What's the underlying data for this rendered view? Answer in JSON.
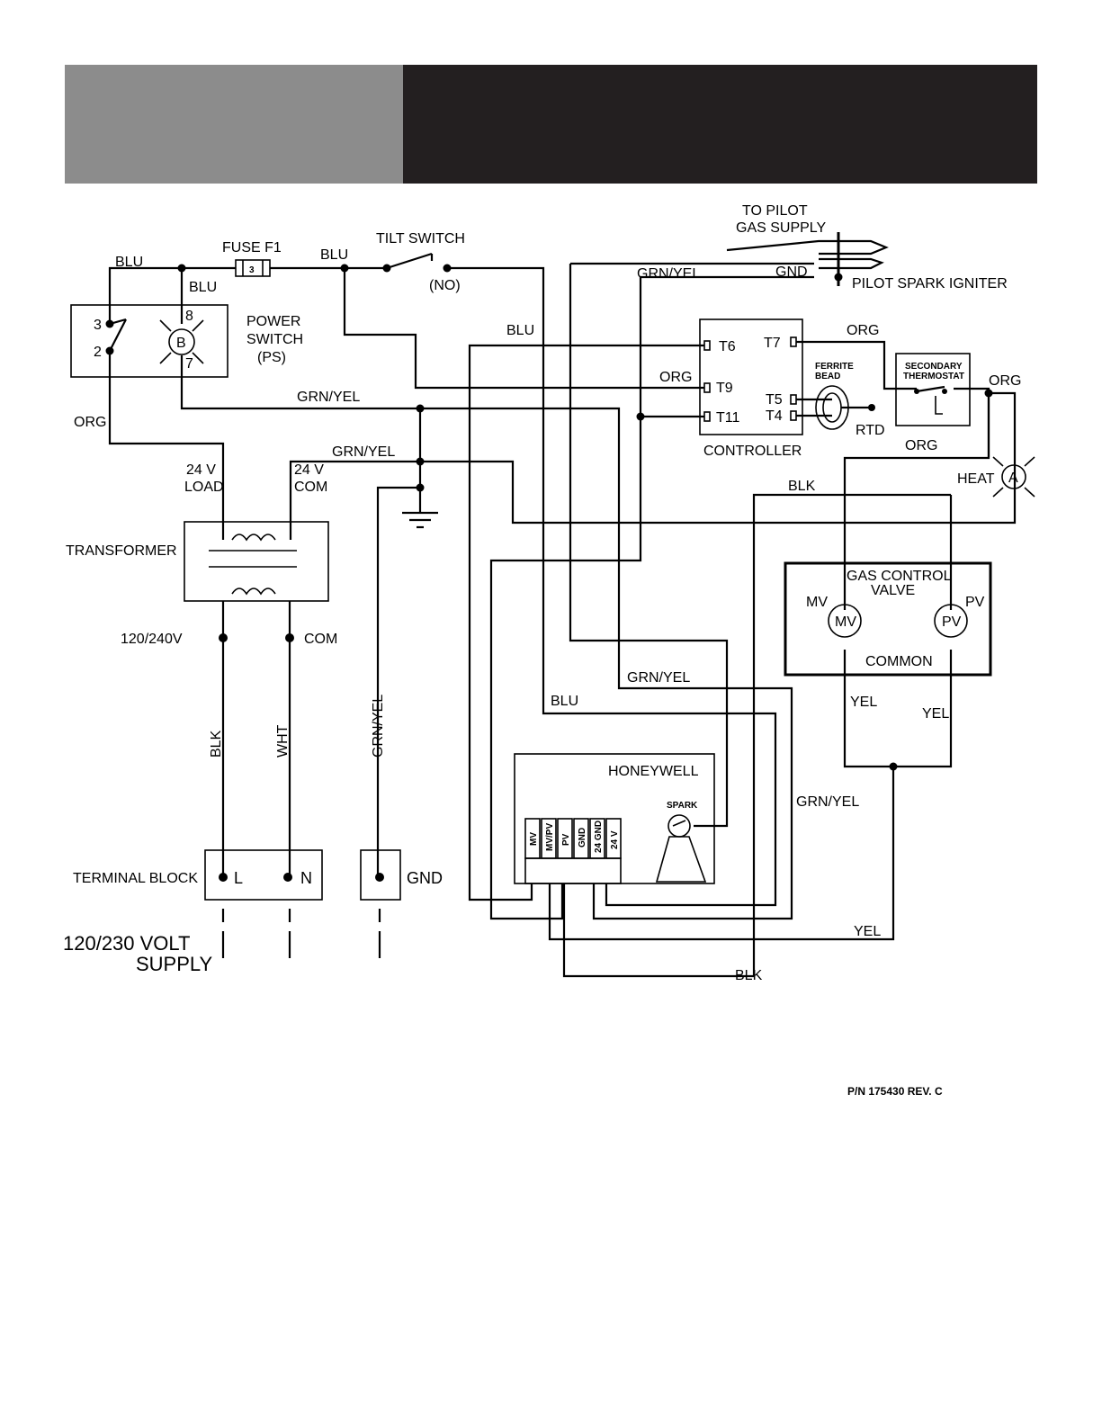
{
  "header": {
    "left_color": "#8c8c8c",
    "right_color": "#231f20"
  },
  "labels": {
    "fuse": "FUSE F1",
    "fuse_number": "3",
    "tilt_switch": "TILT SWITCH",
    "tilt_no": "(NO)",
    "to_pilot": "TO PILOT",
    "gas_supply": "GAS SUPPLY",
    "pilot_spark_igniter": "PILOT SPARK IGNITER",
    "power_switch_1": "POWER",
    "power_switch_2": "SWITCH",
    "power_switch_3": "(PS)",
    "ps_pin3": "3",
    "ps_pin2": "2",
    "ps_pin8": "8",
    "ps_pin7": "7",
    "ps_lamp": "B",
    "controller": "CONTROLLER",
    "t6": "T6",
    "t7": "T7",
    "t9": "T9",
    "t11": "T11",
    "t5": "T5",
    "t4": "T4",
    "ferrite_1": "FERRITE",
    "ferrite_2": "BEAD",
    "rtd": "RTD",
    "secondary_1": "SECONDARY",
    "secondary_2": "THERMOSTAT",
    "heat": "HEAT",
    "heat_lamp": "A",
    "load_1": "24 V",
    "load_2": "LOAD",
    "com_1": "24 V",
    "com_2": "COM",
    "transformer": "TRANSFORMER",
    "v_in": "120/240V",
    "com": "COM",
    "gas_valve_1": "GAS CONTROL",
    "gas_valve_2": "VALVE",
    "mv": "MV",
    "pv": "PV",
    "common": "COMMON",
    "honeywell": "HONEYWELL",
    "spark": "SPARK",
    "hw_mv": "MV",
    "hw_mvpv": "MV/PV",
    "hw_pv": "PV",
    "hw_gnd": "GND",
    "hw_24gnd": "24 GND",
    "hw_24v": "24 V",
    "terminal_block": "TERMINAL BLOCK",
    "term_l": "L",
    "term_n": "N",
    "gnd": "GND",
    "supply_1": "120/230 VOLT",
    "supply_2": "SUPPLY",
    "part_number": "P/N 175430 REV. C"
  },
  "wires": {
    "blu_top": "BLU",
    "blu_ps": "BLU",
    "blu_fuse": "BLU",
    "blu_t6": "BLU",
    "blu_low": "BLU",
    "org_ps": "ORG",
    "org_t9": "ORG",
    "org_t7": "ORG",
    "org_heat": "ORG",
    "org_right": "ORG",
    "grnyel_main": "GRN/YEL",
    "grnyel_tf": "GRN/YEL",
    "grnyel_pilot": "GRN/YEL",
    "gnd_pilot": "GND",
    "grnyel_mid": "GRN/YEL",
    "grnyel_right": "GRN/YEL",
    "grnyel_vert": "GRN/YEL",
    "blk_valve": "BLK",
    "blk_vert": "BLK",
    "wht_vert": "WHT",
    "yel_l": "YEL",
    "yel_r": "YEL",
    "yel_bottom": "YEL",
    "blk_bottom": "BLK"
  }
}
